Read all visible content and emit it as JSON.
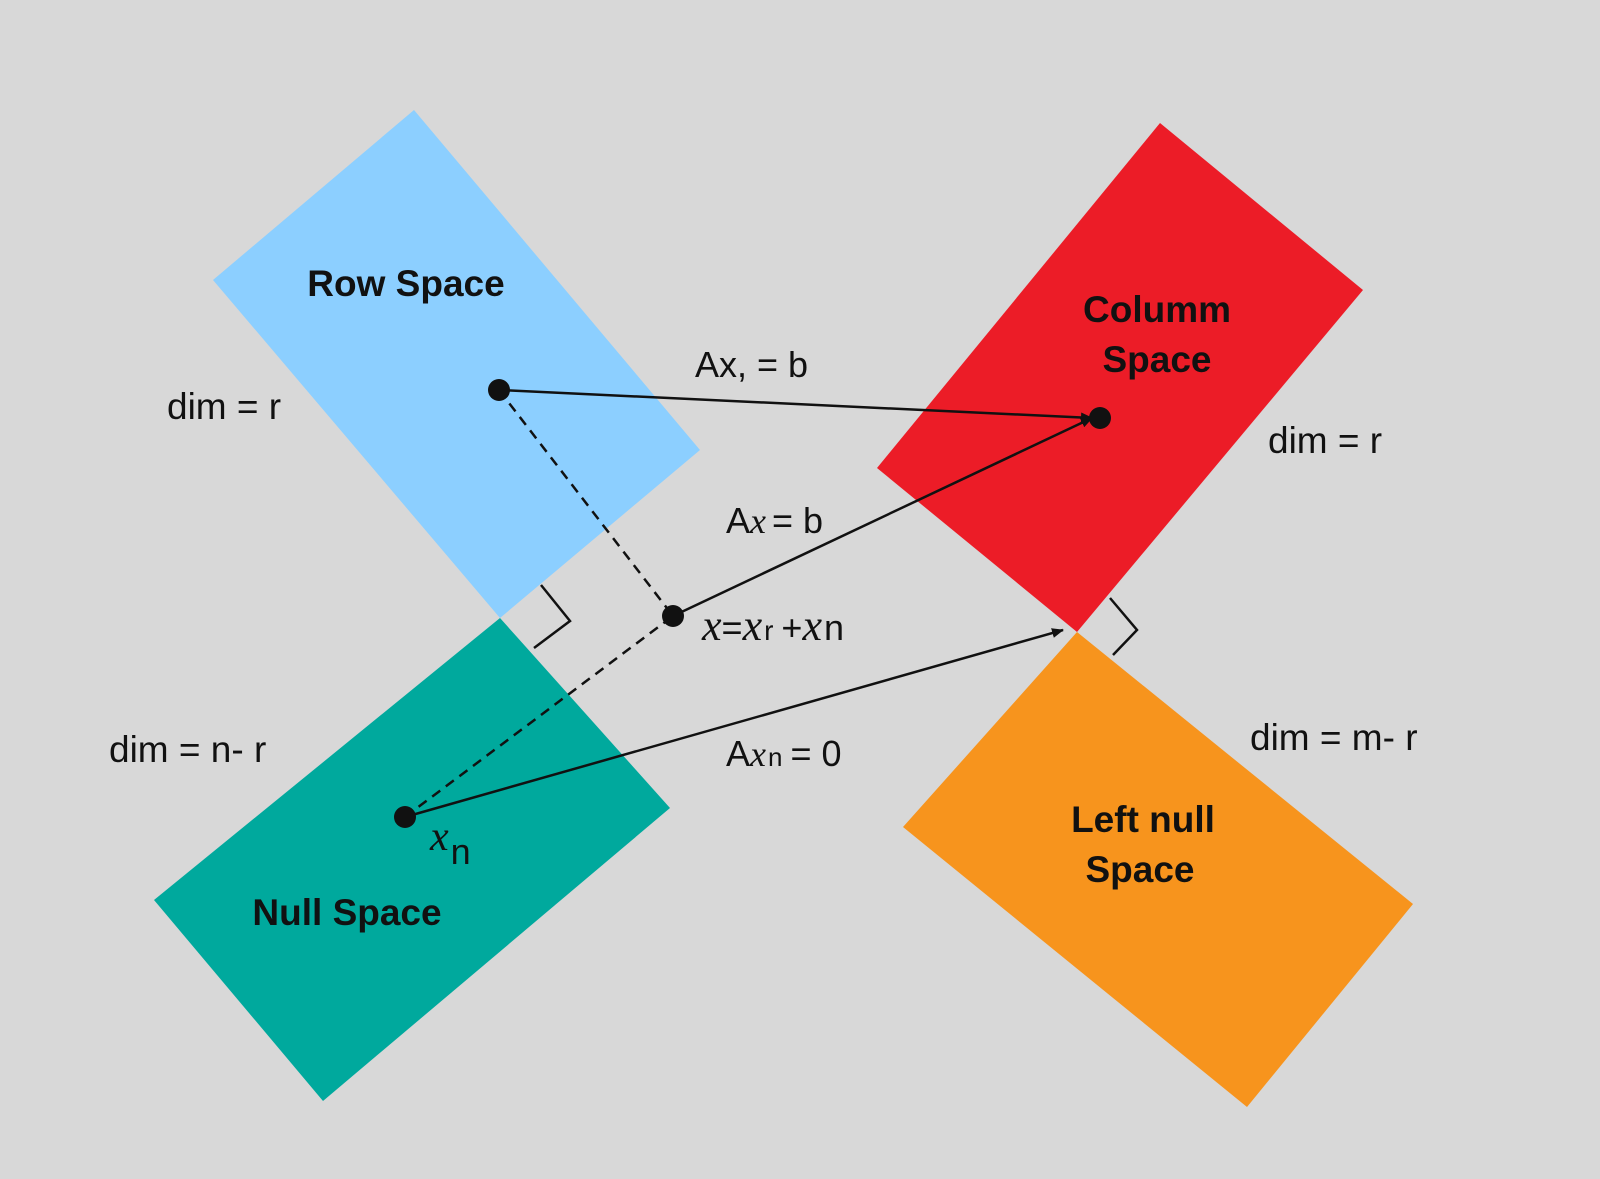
{
  "colors": {
    "background": "#d8d8d8",
    "row_space": "#8ccfff",
    "column_space": "#ec1c27",
    "null_space": "#00a99d",
    "left_null_space": "#f7941d",
    "ink": "#111111"
  },
  "regions": {
    "row_space": {
      "label_line1": "Row Space",
      "label_line2": "",
      "dim": "dim = r"
    },
    "column_space": {
      "label_line1": "Columm",
      "label_line2": "Space",
      "dim": "dim = r"
    },
    "null_space": {
      "label_line1": "Null Space",
      "label_line2": "",
      "dim": "dim = n- r"
    },
    "left_null_space": {
      "label_line1": "Left null",
      "label_line2": "Space",
      "dim": "dim = m- r"
    }
  },
  "equations": {
    "row_to_column": "Ax, = b",
    "ax_eq_b": {
      "A": "A",
      "x": "x",
      "rest": "= b"
    },
    "decomposition": {
      "x": "x",
      "eq": "=",
      "xr": "x",
      "r": "r",
      "plus": "+",
      "xn": "x",
      "n": "n"
    },
    "null_to_zero": {
      "A": "A",
      "x": "x",
      "n": "n",
      "rest": "= 0"
    },
    "xn_label": {
      "x": "x",
      "n": "n"
    }
  }
}
